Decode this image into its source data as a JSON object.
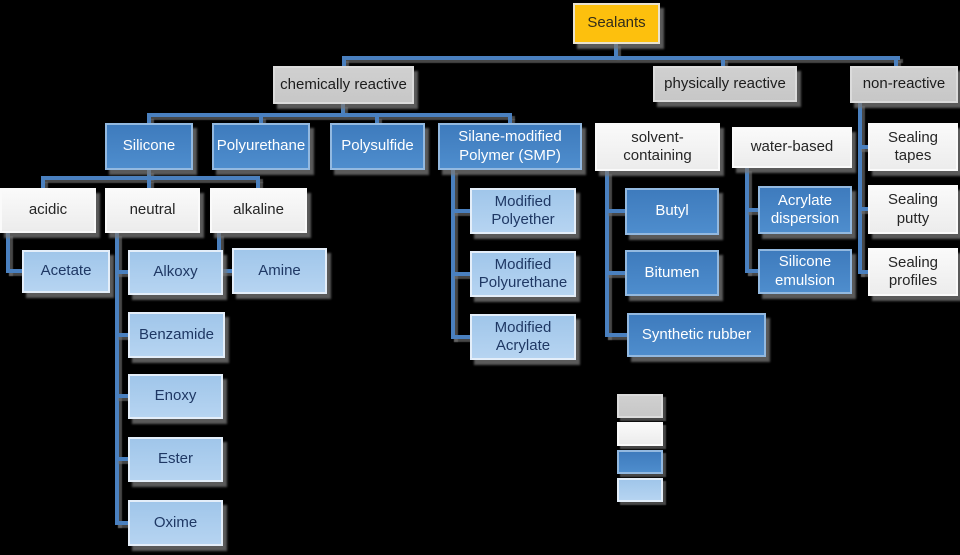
{
  "root_label": "Sealants",
  "colors": {
    "background": "#000000",
    "root_fill": "#FDC00D",
    "category_fill": "#C7C7C7",
    "subcategory_fill": "#F3F3F3",
    "product_fill": "#4583C5",
    "variant_fill": "#AACCEE",
    "connector": "#4A80BF",
    "variant_text": "#1F3864"
  },
  "nodes": [
    {
      "id": "sealants",
      "label": "Sealants",
      "style": "gold",
      "parent": null
    },
    {
      "id": "chemically-reactive",
      "label": "chemically reactive",
      "style": "gray",
      "parent": "sealants"
    },
    {
      "id": "physically-reactive",
      "label": "physically reactive",
      "style": "gray",
      "parent": "sealants"
    },
    {
      "id": "non-reactive",
      "label": "non-reactive",
      "style": "gray",
      "parent": "sealants"
    },
    {
      "id": "silicone",
      "label": "Silicone",
      "style": "blue",
      "parent": "chemically-reactive"
    },
    {
      "id": "polyurethane",
      "label": "Polyurethane",
      "style": "blue",
      "parent": "chemically-reactive"
    },
    {
      "id": "polysulfide",
      "label": "Polysulfide",
      "style": "blue",
      "parent": "chemically-reactive"
    },
    {
      "id": "smp",
      "label": "Silane-modified\nPolymer (SMP)",
      "style": "blue",
      "parent": "chemically-reactive"
    },
    {
      "id": "acidic",
      "label": "acidic",
      "style": "white",
      "parent": "silicone"
    },
    {
      "id": "neutral",
      "label": "neutral",
      "style": "white",
      "parent": "silicone"
    },
    {
      "id": "alkaline",
      "label": "alkaline",
      "style": "white",
      "parent": "silicone"
    },
    {
      "id": "acetate",
      "label": "Acetate",
      "style": "lightblue",
      "parent": "acidic"
    },
    {
      "id": "alkoxy",
      "label": "Alkoxy",
      "style": "lightblue",
      "parent": "neutral"
    },
    {
      "id": "amine",
      "label": "Amine",
      "style": "lightblue",
      "parent": "alkaline"
    },
    {
      "id": "benzamide",
      "label": "Benzamide",
      "style": "lightblue",
      "parent": "neutral"
    },
    {
      "id": "enoxy",
      "label": "Enoxy",
      "style": "lightblue",
      "parent": "neutral"
    },
    {
      "id": "ester",
      "label": "Ester",
      "style": "lightblue",
      "parent": "neutral"
    },
    {
      "id": "oxime",
      "label": "Oxime",
      "style": "lightblue",
      "parent": "neutral"
    },
    {
      "id": "modified-polyether",
      "label": "Modified\nPolyether",
      "style": "lightblue",
      "parent": "smp"
    },
    {
      "id": "modified-polyurethane",
      "label": "Modified\nPolyurethane",
      "style": "lightblue",
      "parent": "smp"
    },
    {
      "id": "modified-acrylate",
      "label": "Modified\nAcrylate",
      "style": "lightblue",
      "parent": "smp"
    },
    {
      "id": "solvent-containing",
      "label": "solvent-\ncontaining",
      "style": "white",
      "parent": "physically-reactive"
    },
    {
      "id": "water-based",
      "label": "water-based",
      "style": "white",
      "parent": "physically-reactive"
    },
    {
      "id": "butyl",
      "label": "Butyl",
      "style": "blue",
      "parent": "solvent-containing"
    },
    {
      "id": "bitumen",
      "label": "Bitumen",
      "style": "blue",
      "parent": "solvent-containing"
    },
    {
      "id": "synthetic-rubber",
      "label": "Synthetic rubber",
      "style": "blue",
      "parent": "solvent-containing"
    },
    {
      "id": "acrylate-dispersion",
      "label": "Acrylate\ndispersion",
      "style": "blue",
      "parent": "water-based"
    },
    {
      "id": "silicone-emulsion",
      "label": "Silicone\nemulsion",
      "style": "blue",
      "parent": "water-based"
    },
    {
      "id": "sealing-tapes",
      "label": "Sealing\ntapes",
      "style": "white",
      "parent": "non-reactive"
    },
    {
      "id": "sealing-putty",
      "label": "Sealing\nputty",
      "style": "white",
      "parent": "non-reactive"
    },
    {
      "id": "sealing-profiles",
      "label": "Sealing\nprofiles",
      "style": "white",
      "parent": "non-reactive"
    }
  ],
  "legend": [
    {
      "style": "gray"
    },
    {
      "style": "white"
    },
    {
      "style": "blue"
    },
    {
      "style": "lightblue"
    }
  ]
}
